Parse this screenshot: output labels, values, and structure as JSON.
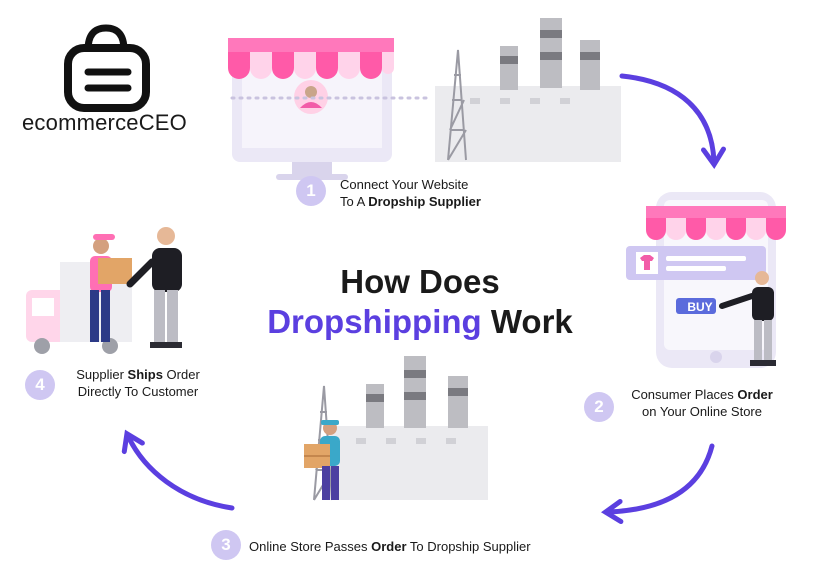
{
  "brand": {
    "logo_text": "ecommerceCEO"
  },
  "title": {
    "line1": "How Does",
    "highlight": "Dropshipping",
    "rest": "Work"
  },
  "steps": [
    {
      "number": "1",
      "pre": "Connect Your Website",
      "line2pre": "To A ",
      "bold": "Dropship Supplier",
      "post": ""
    },
    {
      "number": "2",
      "pre": "Consumer Places ",
      "bold": "Order",
      "line2": "on Your Online Store"
    },
    {
      "number": "3",
      "pre": "Online Store Passes ",
      "bold": "Order",
      "post": " To Dropship Supplier"
    },
    {
      "number": "4",
      "pre": "Supplier ",
      "bold": "Ships",
      "post": " Order",
      "line2": "Directly To Customer"
    }
  ],
  "phone": {
    "buy_label": "BUY"
  },
  "colors": {
    "accent": "#5b3fe0",
    "badge": "#cfc7f2",
    "awning_pink": "#f25ca8",
    "device": "#e6e2f6",
    "factory": "#e7e7ea"
  }
}
